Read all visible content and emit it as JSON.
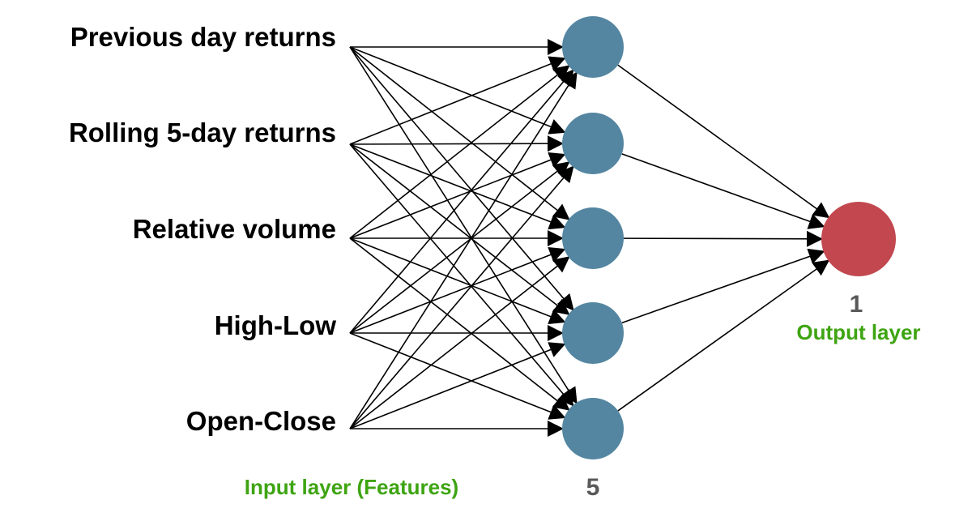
{
  "inputs": {
    "features": [
      "Previous day returns",
      "Rolling 5-day returns",
      "Relative volume ",
      "High-Low",
      "Open-Close"
    ],
    "caption": "Input layer (Features)"
  },
  "hidden": {
    "count_label": "5",
    "node_count": 5
  },
  "output": {
    "count_label": "1",
    "caption": "Output layer",
    "node_count": 1
  },
  "colors": {
    "hidden_node": "#5486a1",
    "output_node": "#c2474f",
    "caption": "#3ea412",
    "count": "#595959",
    "edge": "#000000"
  }
}
